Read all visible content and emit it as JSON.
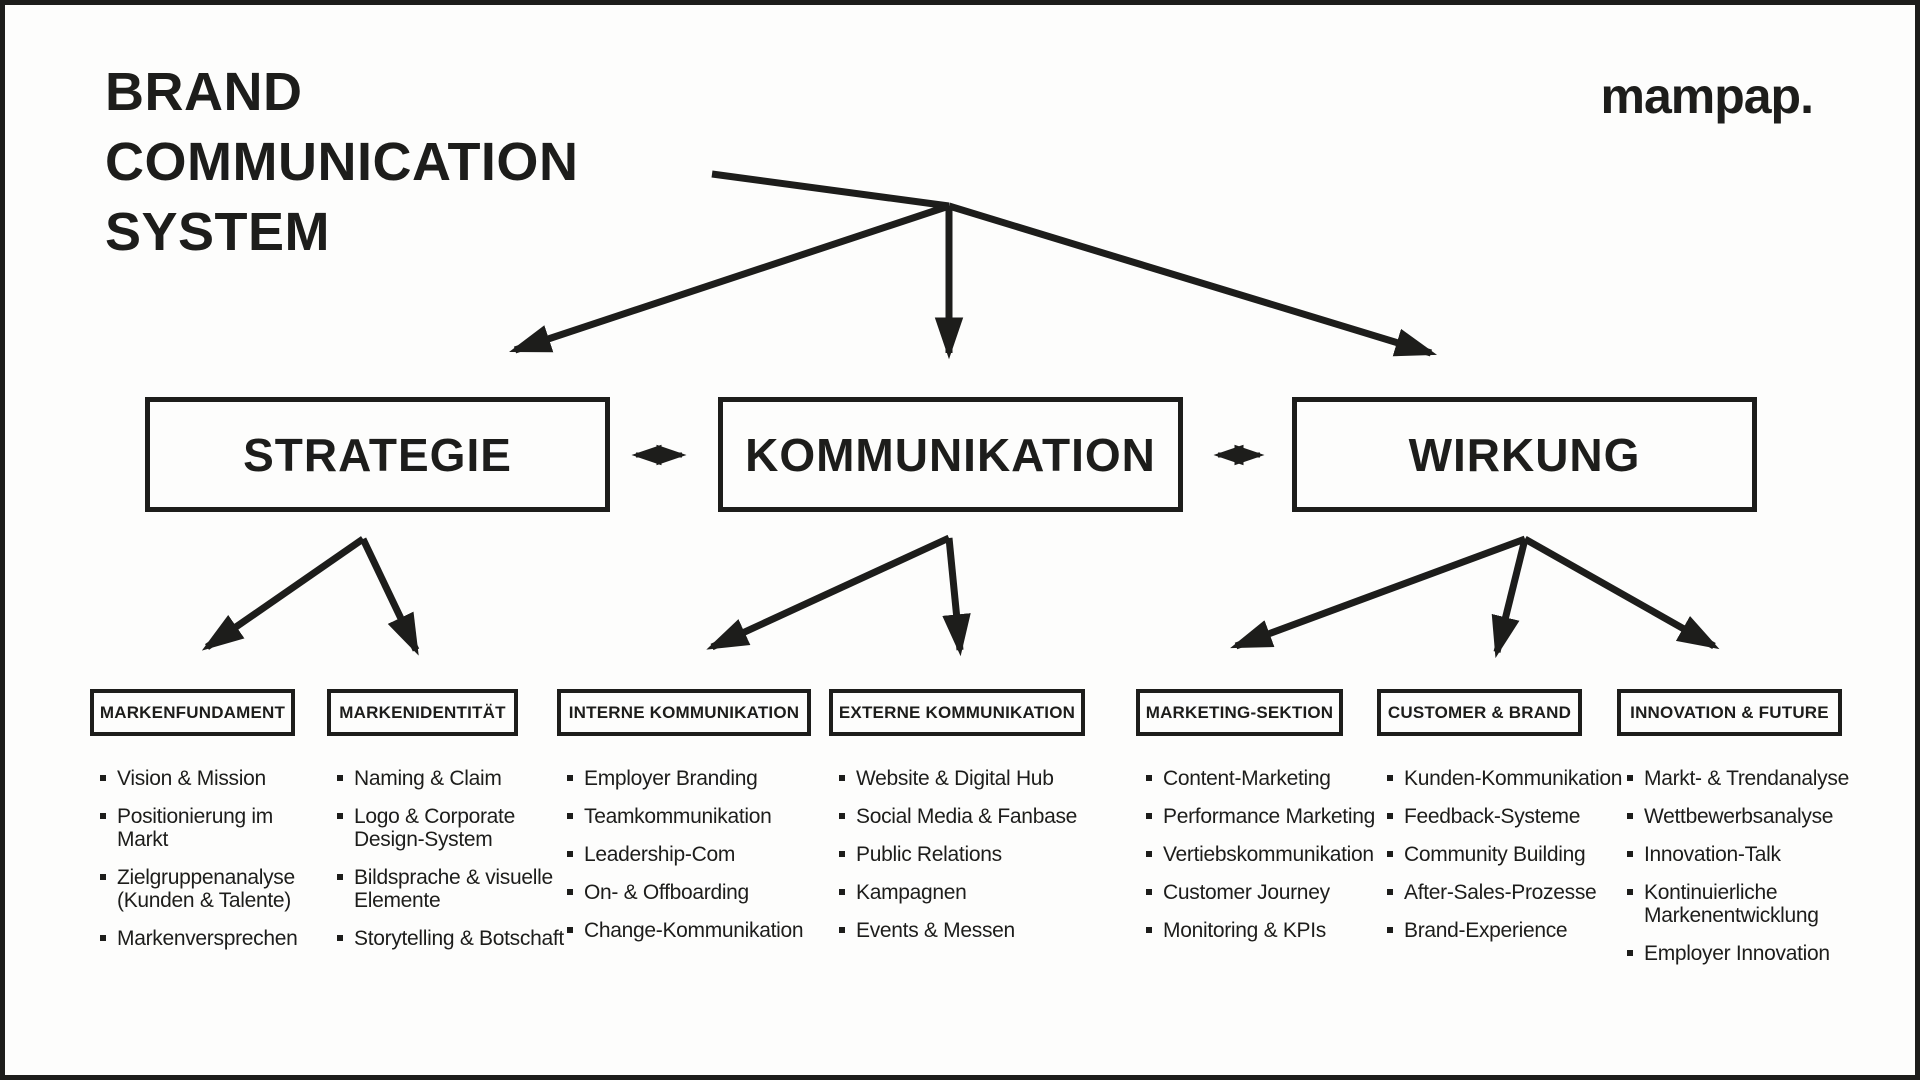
{
  "brand": {
    "logo_text": "mampap."
  },
  "title": {
    "lines": [
      "BRAND",
      "COMMUNICATION",
      "SYSTEM"
    ]
  },
  "pillars": [
    {
      "label": "STRATEGIE"
    },
    {
      "label": "KOMMUNIKATION"
    },
    {
      "label": "WIRKUNG"
    }
  ],
  "sections": [
    {
      "header": "MARKENFUNDAMENT",
      "items": [
        "Vision & Mission",
        "Positionierung im\nMarkt",
        "Zielgruppenanalyse\n(Kunden & Talente)",
        "Markenversprechen"
      ]
    },
    {
      "header": "MARKENIDENTITÄT",
      "items": [
        "Naming & Claim",
        "Logo & Corporate\nDesign-System",
        "Bildsprache & visuelle\nElemente",
        "Storytelling & Botschaft"
      ]
    },
    {
      "header": "INTERNE KOMMUNIKATION",
      "items": [
        "Employer Branding",
        "Teamkommunikation",
        "Leadership-Com",
        "On- & Offboarding",
        "Change-Kommunikation"
      ]
    },
    {
      "header": "EXTERNE KOMMUNIKATION",
      "items": [
        "Website & Digital Hub",
        "Social Media & Fanbase",
        "Public Relations",
        "Kampagnen",
        "Events & Messen"
      ]
    },
    {
      "header": "MARKETING-SEKTION",
      "items": [
        "Content-Marketing",
        "Performance Marketing",
        "Vertiebskommunikation",
        "Customer Journey",
        "Monitoring & KPIs"
      ]
    },
    {
      "header": "CUSTOMER & BRAND",
      "items": [
        "Kunden-Kommunikation",
        "Feedback-Systeme",
        "Community Building",
        "After-Sales-Prozesse",
        "Brand-Experience"
      ]
    },
    {
      "header": "INNOVATION & FUTURE",
      "items": [
        "Markt- & Trendanalyse",
        "Wettbewerbsanalyse",
        "Innovation-Talk",
        "Kontinuierliche\nMarkenentwicklung",
        "Employer Innovation"
      ]
    }
  ],
  "colors": {
    "ink": "#1d1d1b",
    "paper": "#fdfdfc"
  }
}
